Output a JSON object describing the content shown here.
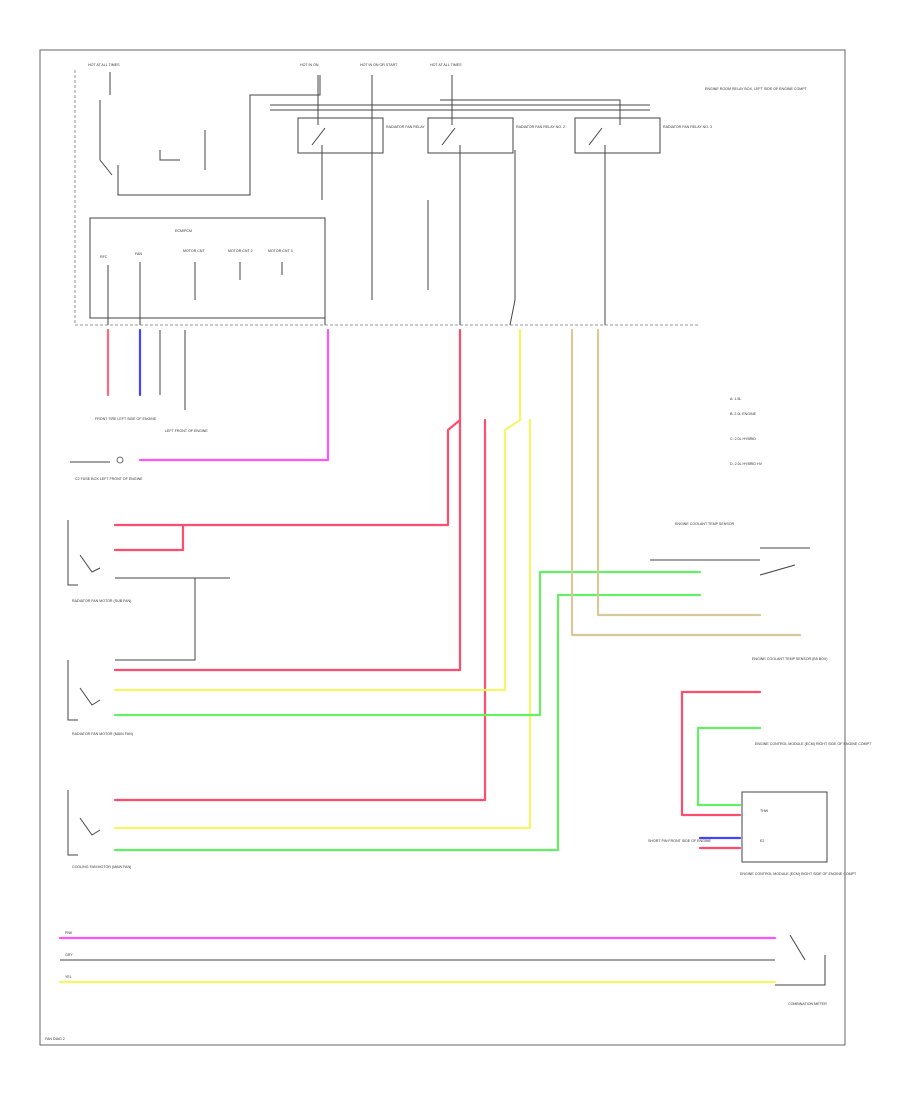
{
  "colors": {
    "pink": "#ff6680",
    "red": "#ff4d6d",
    "magenta": "#ff55ff",
    "blue": "#4444ff",
    "yellow": "#f5f56a",
    "green": "#66ee66",
    "tan": "#d8c89a",
    "black": "#333333",
    "frame": "#666666"
  },
  "labels": {
    "top_fuse_1": "HOT AT ALL TIMES",
    "top_fuse_2": "HOT IN ON",
    "top_fuse_3": "HOT IN ON OR START",
    "top_fuse_4": "HOT AT ALL TIMES",
    "relay_box_label": "ENGINE ROOM RELAY BOX, LEFT SIDE OF ENGINE COMPT",
    "relay_1": "RADIATOR FAN RELAY",
    "relay_2": "RADIATOR FAN RELAY NO. 2",
    "relay_3": "RADIATOR FAN RELAY NO. 3",
    "ecm_box": "ECM/PCM",
    "ecm_pin_1": "RFC",
    "ecm_pin_2": "FAN",
    "ecm_pin_3": "MOTOR CNT",
    "ecm_pin_4": "MOTOR CNT 2",
    "ecm_pin_5": "MOTOR CNT 3",
    "ground_1": "FRONT TIRE LEFT SIDE OF ENGINE",
    "ground_2": "LEFT FRONT OF ENGINE",
    "splice_1": "C2 FUSE BOX LEFT FRONT OF ENGINE",
    "motor_1": "RADIATOR FAN MOTOR (SUB FAN)",
    "motor_2": "RADIATOR FAN MOTOR (MAIN FAN)",
    "motor_3": "COOLING FAN MOTOR (MAIN FAN)",
    "right_sensor_1": "ENGINE COOLANT TEMP SENSOR",
    "right_sensor_2": "ENGINE COOLANT TEMP SENSOR (B5 BOX)",
    "right_ecu": "ENGINE CONTROL MODULE (ECM) RIGHT SIDE OF ENGINE COMPT",
    "right_pin_1": "THW",
    "right_pin_2": "E2",
    "right_splice": "SHORT PIN FRONT SIDE OF ENGINE",
    "note_1": "A: 1.5L",
    "note_2": "B: 2.0L ENGINE",
    "note_3": "C: 2.0L HYBRID",
    "note_4": "D: 2.0L HYBRID HV",
    "bottom_switch": "COMBINATION METER",
    "bottom_w1": "PNK",
    "bottom_w2": "GRY",
    "bottom_w3": "YEL",
    "footer": "FAN DIAG 2"
  }
}
